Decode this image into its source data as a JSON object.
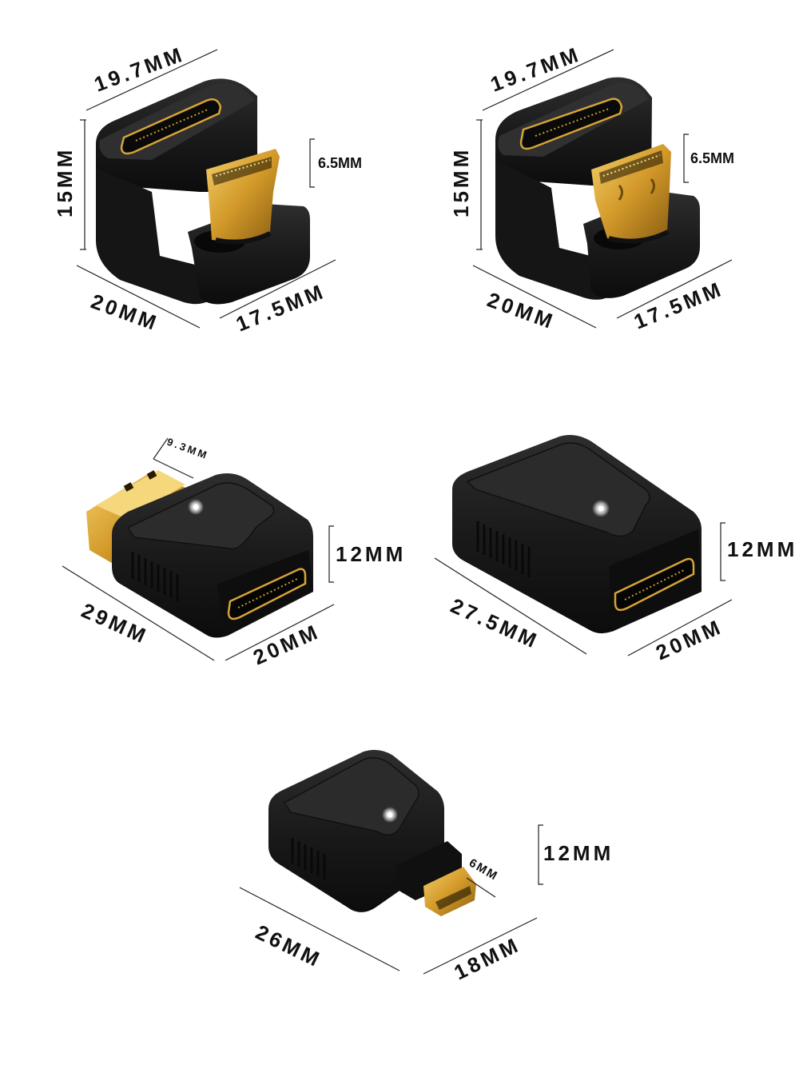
{
  "colors": {
    "body_dark": "#141414",
    "body_top": "#2c2c2c",
    "gold": "#d8a63a",
    "gold_dark": "#8a5e12",
    "text": "#111111"
  },
  "adapters": [
    {
      "id": "up-angle-mini-a",
      "dims": {
        "top": "19.7MM",
        "height": "15MM",
        "connector": "6.5MM",
        "left": "20MM",
        "right": "17.5MM"
      }
    },
    {
      "id": "up-angle-mini-b",
      "dims": {
        "top": "19.7MM",
        "height": "15MM",
        "connector": "6.5MM",
        "left": "20MM",
        "right": "17.5MM"
      }
    },
    {
      "id": "straight-full-male",
      "dims": {
        "plug": "9.3MM",
        "height": "12MM",
        "length": "29MM",
        "width": "20MM"
      }
    },
    {
      "id": "coupler-female",
      "dims": {
        "height": "12MM",
        "length": "27.5MM",
        "width": "20MM"
      }
    },
    {
      "id": "micro-male",
      "dims": {
        "height": "12MM",
        "plug": "6MM",
        "length": "26MM",
        "width": "18MM"
      }
    }
  ]
}
